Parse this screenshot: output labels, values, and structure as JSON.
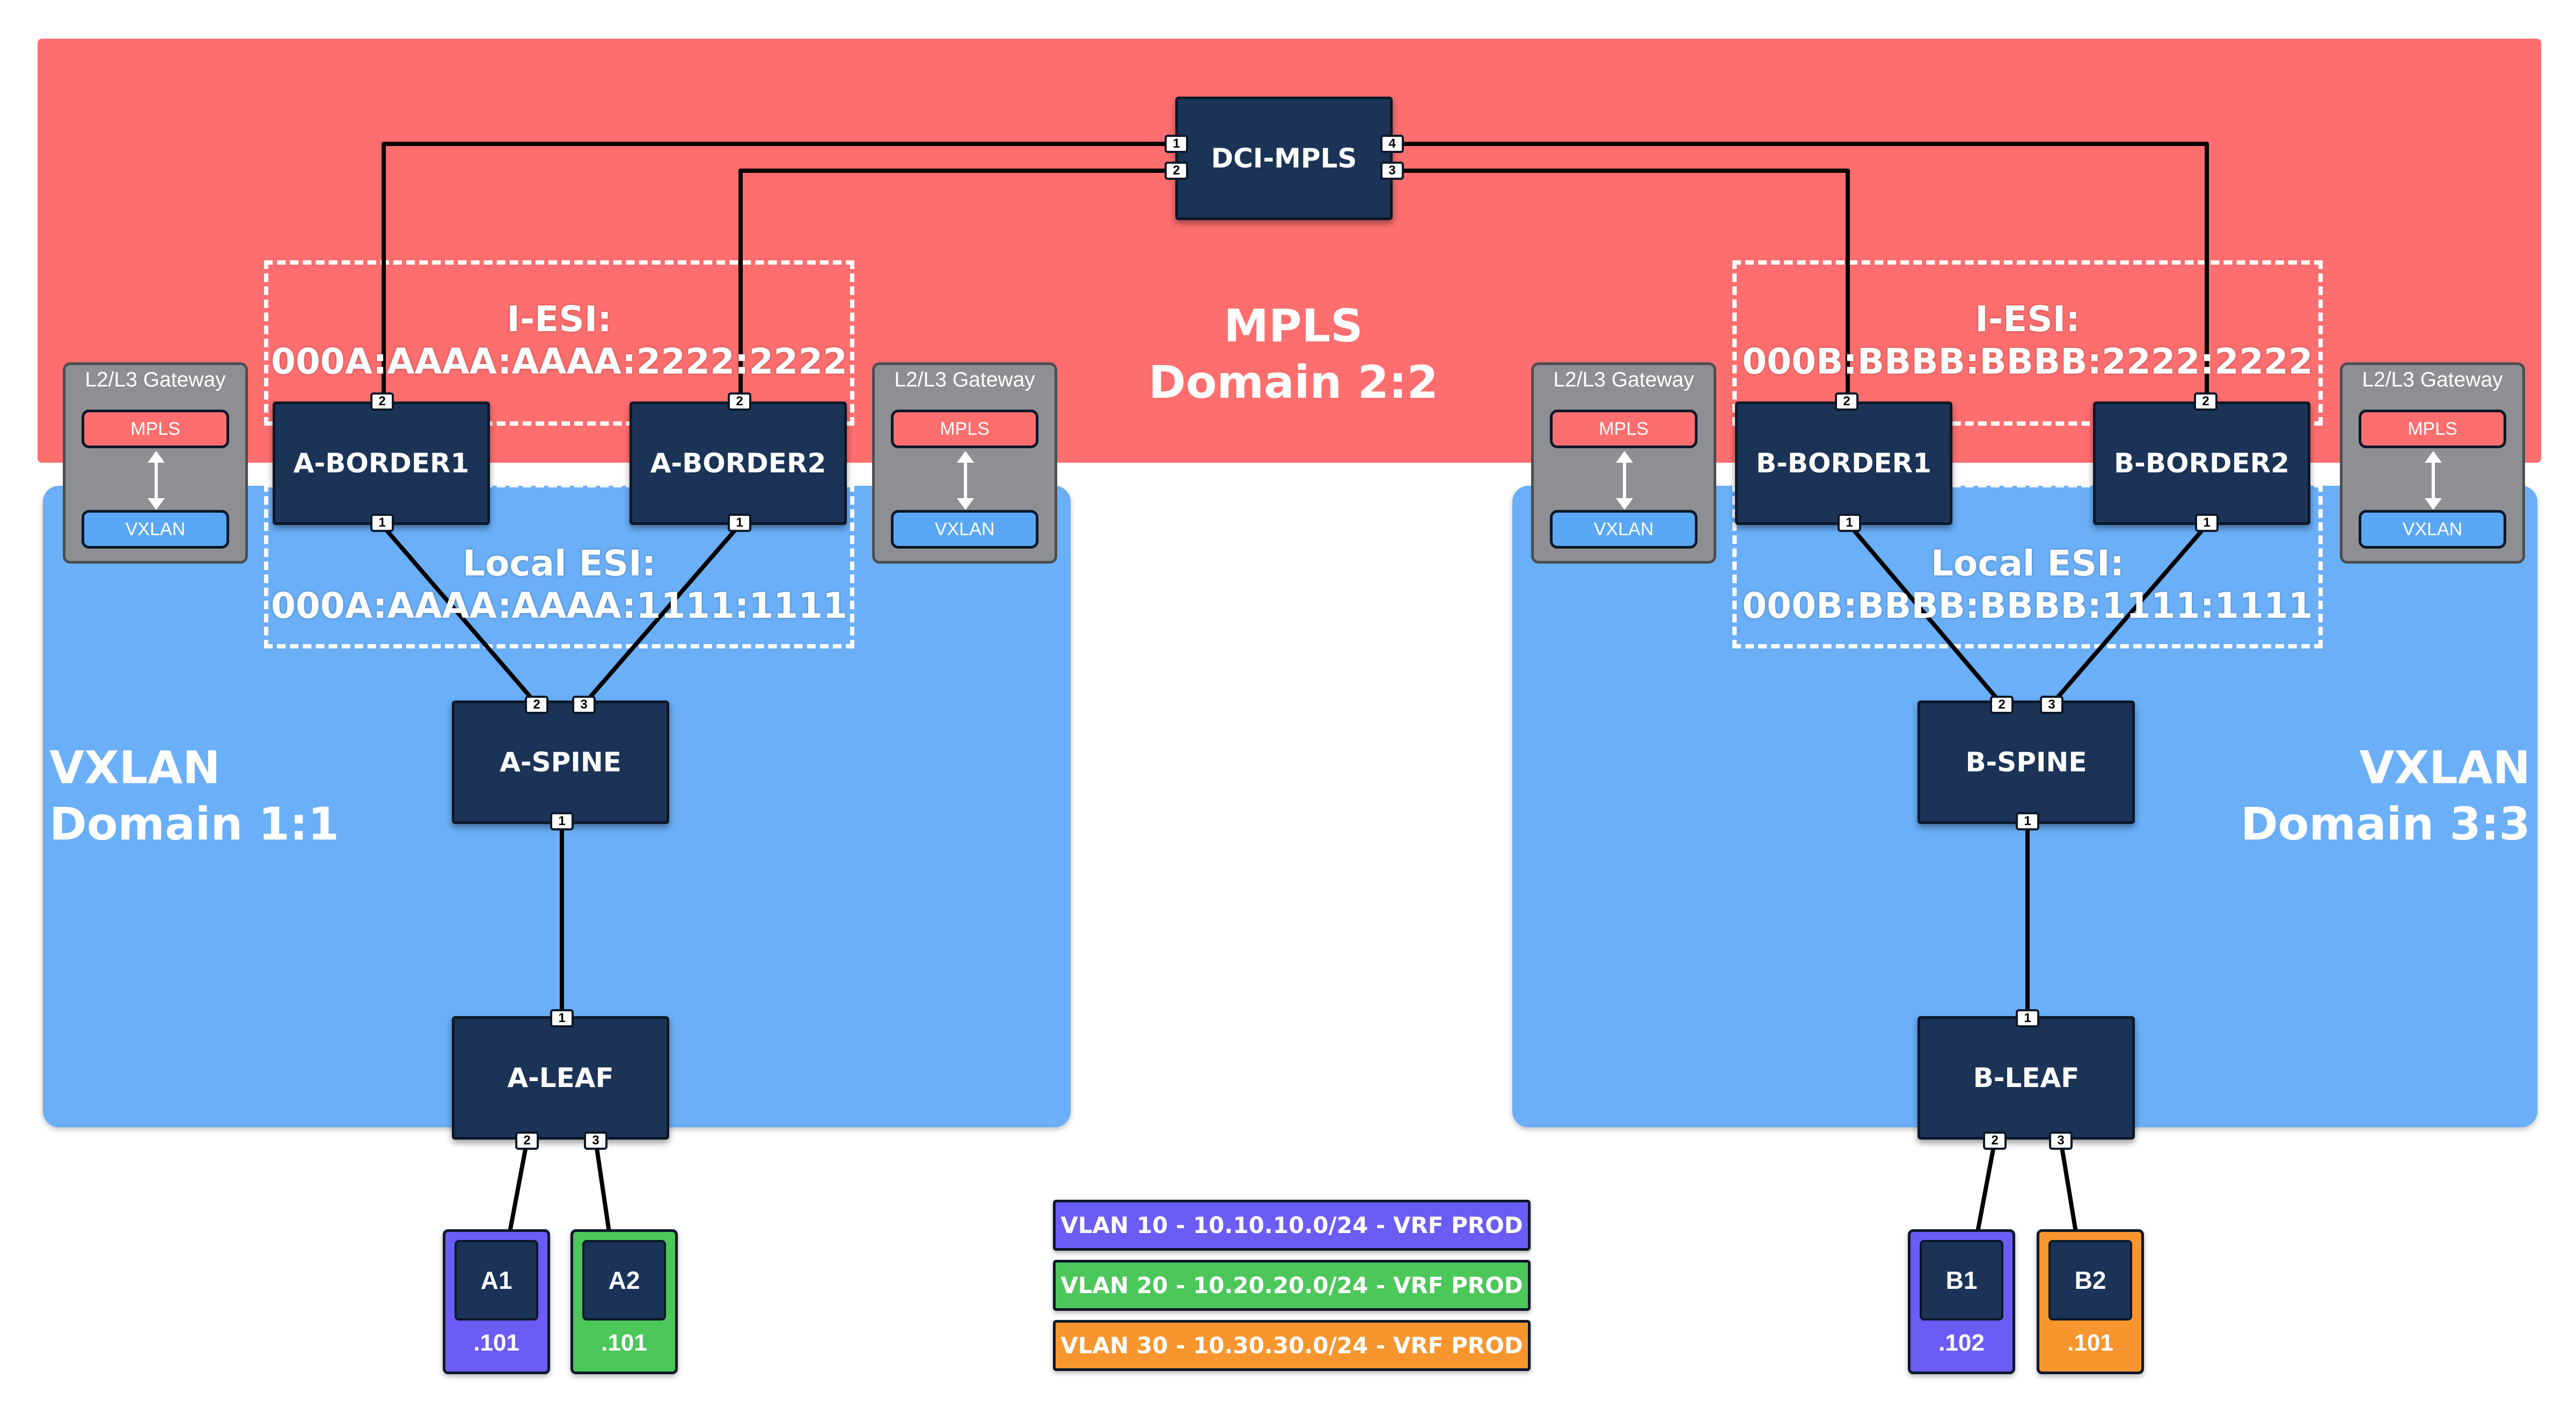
{
  "colors": {
    "mpls": "#ff6e6e",
    "vxlan": "#6aaff8",
    "node": "#1a3356",
    "vlan10": "#6b5cf5",
    "vlan20": "#4cc75a",
    "vlan30": "#f7962f"
  },
  "domains": {
    "mpls": {
      "line1": "MPLS",
      "line2": "Domain 2:2"
    },
    "vxlan_a": {
      "line1": "VXLAN",
      "line2": "Domain 1:1"
    },
    "vxlan_b": {
      "line1": "VXLAN",
      "line2": "Domain 3:3"
    }
  },
  "esi": {
    "a_iesi": {
      "label": "I-ESI:",
      "value": "000A:AAAA:AAAA:2222:2222"
    },
    "a_local": {
      "label": "Local ESI:",
      "value": "000A:AAAA:AAAA:1111:1111"
    },
    "b_iesi": {
      "label": "I-ESI:",
      "value": "000B:BBBB:BBBB:2222:2222"
    },
    "b_local": {
      "label": "Local ESI:",
      "value": "000B:BBBB:BBBB:1111:1111"
    }
  },
  "gateway": {
    "title": "L2/L3 Gateway",
    "top": "MPLS",
    "bottom": "VXLAN",
    "icon": "double-arrow-icon"
  },
  "nodes": {
    "dci": "DCI-MPLS",
    "a_border1": "A-BORDER1",
    "a_border2": "A-BORDER2",
    "b_border1": "B-BORDER1",
    "b_border2": "B-BORDER2",
    "a_spine": "A-SPINE",
    "b_spine": "B-SPINE",
    "a_leaf": "A-LEAF",
    "b_leaf": "B-LEAF"
  },
  "hosts": {
    "a1": {
      "name": "A1",
      "ip": ".101"
    },
    "a2": {
      "name": "A2",
      "ip": ".101"
    },
    "b1": {
      "name": "B1",
      "ip": ".102"
    },
    "b2": {
      "name": "B2",
      "ip": ".101"
    }
  },
  "vlans": [
    {
      "label": "VLAN 10 - 10.10.10.0/24 - VRF PROD"
    },
    {
      "label": "VLAN 20 - 10.20.20.0/24 - VRF PROD"
    },
    {
      "label": "VLAN 30 - 10.30.30.0/24 - VRF PROD"
    }
  ],
  "ports": {
    "dci": [
      "1",
      "2",
      "4",
      "3"
    ],
    "border_up": "2",
    "border_down": "1",
    "spine_up": [
      "2",
      "3"
    ],
    "spine_down": "1",
    "leaf_up": "1",
    "leaf_down": [
      "2",
      "3"
    ]
  }
}
